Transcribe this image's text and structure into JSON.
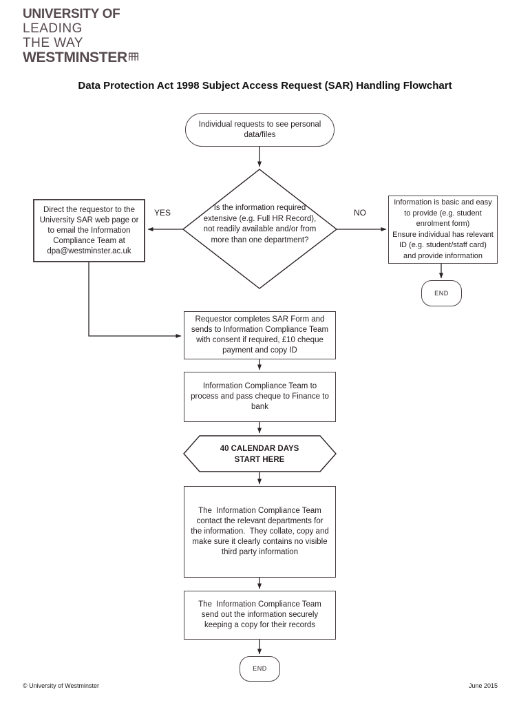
{
  "logo": {
    "line1": "UNIVERSITY OF",
    "line2": "LEADING",
    "line3": "THE WAY",
    "line4": "WESTMINSTER",
    "color": "#564a4f"
  },
  "title": "Data Protection Act 1998 Subject Access Request (SAR) Handling Flowchart",
  "flowchart": {
    "start": "Individual requests to see personal\ndata/files",
    "decision": "Is the information required\nextensive (e.g. Full HR Record),\nnot readily available and/or from\nmore than one department?",
    "yes_label": "YES",
    "no_label": "NO",
    "yes_box": "Direct the requestor to the\nUniversity SAR web page or\nto email the Information\nCompliance Team at\ndpa@westminster.ac.uk",
    "no_box": "Information is basic and easy\nto provide (e.g. student\nenrolment form)\nEnsure individual has relevant\nID (e.g. student/staff card)\nand provide information",
    "end_right": "END",
    "sar_form_box": "Requestor completes SAR Form and\nsends to Information Compliance Team\nwith consent if required, £10 cheque\npayment and copy ID",
    "process_box": "Information Compliance Team to\nprocess and pass cheque to Finance to\nbank",
    "hexagon": "40 CALENDAR DAYS\nSTART HERE",
    "collate_box": "The  Information Compliance Team\ncontact the relevant departments for\nthe information.  They collate, copy and\nmake sure it clearly contains no visible\nthird party information",
    "send_box": "The  Information Compliance Team\nsend out the information securely\nkeeping a copy for their records",
    "end_bottom": "END",
    "line_color": "#2a2224"
  },
  "footer": {
    "left": "© University of Westminster",
    "right": "June 2015"
  }
}
